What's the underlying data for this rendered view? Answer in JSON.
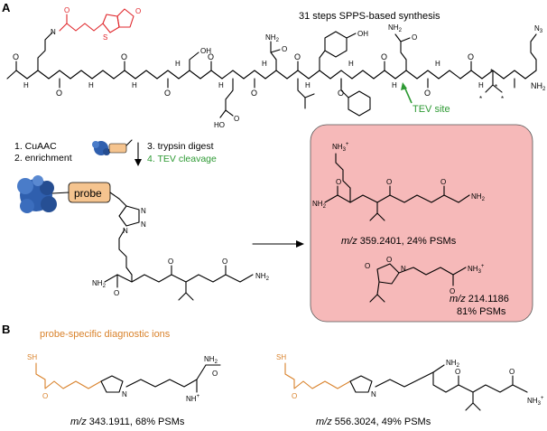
{
  "panels": {
    "a": "A",
    "b": "B"
  },
  "title": "31 steps SPPS-based synthesis",
  "tev_site": "TEV site",
  "steps": {
    "s1": "1. CuAAC",
    "s2": "2. enrichment",
    "s3": "3. trypsin digest",
    "s4": "4. TEV cleavage"
  },
  "probe_label": "probe",
  "ions_box": {
    "frag1_mz": "m/z",
    "frag1_text": " 359.2401, 24% PSMs",
    "frag2_mz": "m/z",
    "frag2_text": " 214.1186",
    "frag2_psm": "81% PSMs"
  },
  "section_b": {
    "title": "probe-specific diagnostic ions",
    "ion1_mz": "m/z",
    "ion1_text": " 343.1911, 68% PSMs",
    "ion2_mz": "m/z",
    "ion2_text": " 556.3024, 49% PSMs"
  },
  "atoms": {
    "NH2": "NH",
    "NH3": "NH",
    "O": "O",
    "OH": "OH",
    "HO": "HO",
    "N": "N",
    "H": "H",
    "S": "S",
    "SH": "SH",
    "N3": "N",
    "sub2": "2",
    "sub3": "3",
    "plus": "+",
    "star": "*"
  },
  "colors": {
    "red": "#e0262b",
    "orange": "#d9822b",
    "green": "#2e9a34",
    "pink": "#f6b9b9",
    "protein": "#2f5fae",
    "probe_fill": "#f5c48f"
  }
}
